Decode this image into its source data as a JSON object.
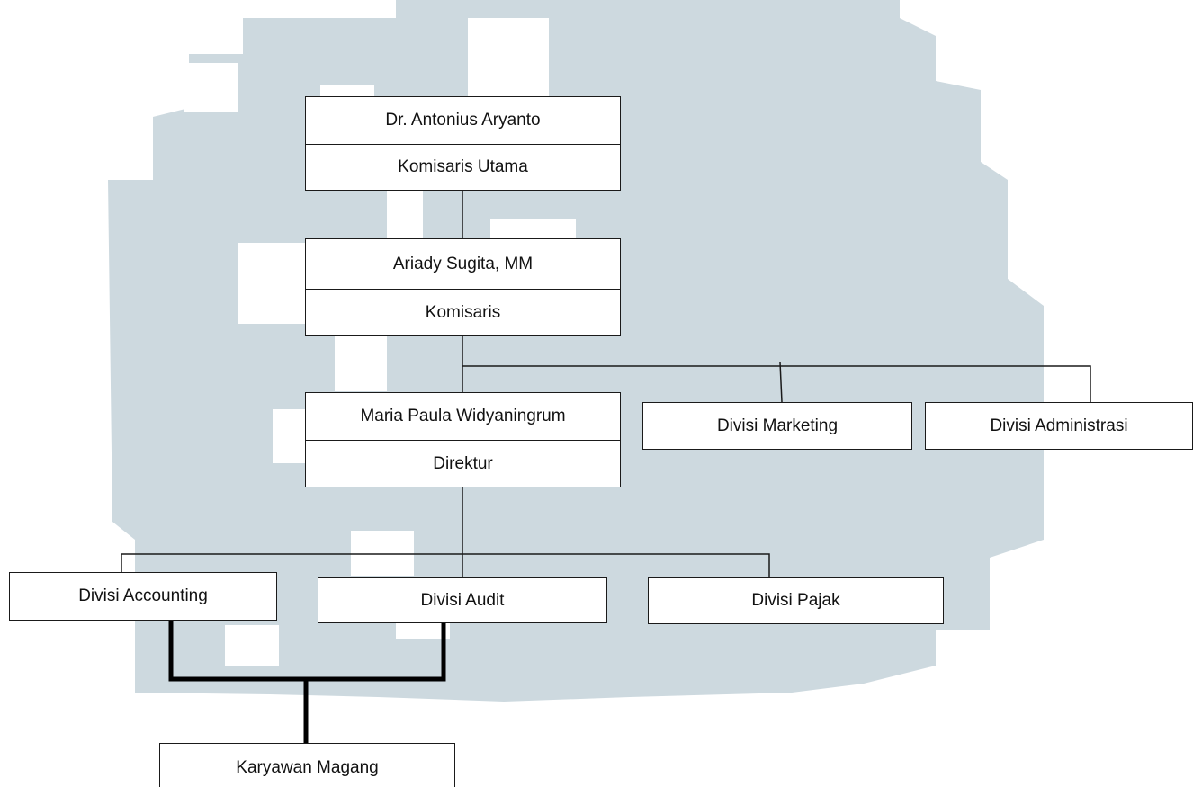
{
  "chart": {
    "komisaris_utama": {
      "name": "Dr. Antonius Aryanto",
      "role": "Komisaris Utama"
    },
    "komisaris": {
      "name": "Ariady Sugita, MM",
      "role": "Komisaris"
    },
    "direktur": {
      "name": "Maria Paula Widyaningrum",
      "role": "Direktur"
    },
    "divisi_marketing": "Divisi Marketing",
    "divisi_administrasi": "Divisi Administrasi",
    "divisi_accounting": "Divisi Accounting",
    "divisi_audit": "Divisi Audit",
    "divisi_pajak": "Divisi Pajak",
    "karyawan_magang": "Karyawan Magang"
  },
  "colors": {
    "watermark": "#c9d6dd",
    "line": "#1a1a1a",
    "box_border": "#1a1a1a",
    "background": "#ffffff"
  }
}
